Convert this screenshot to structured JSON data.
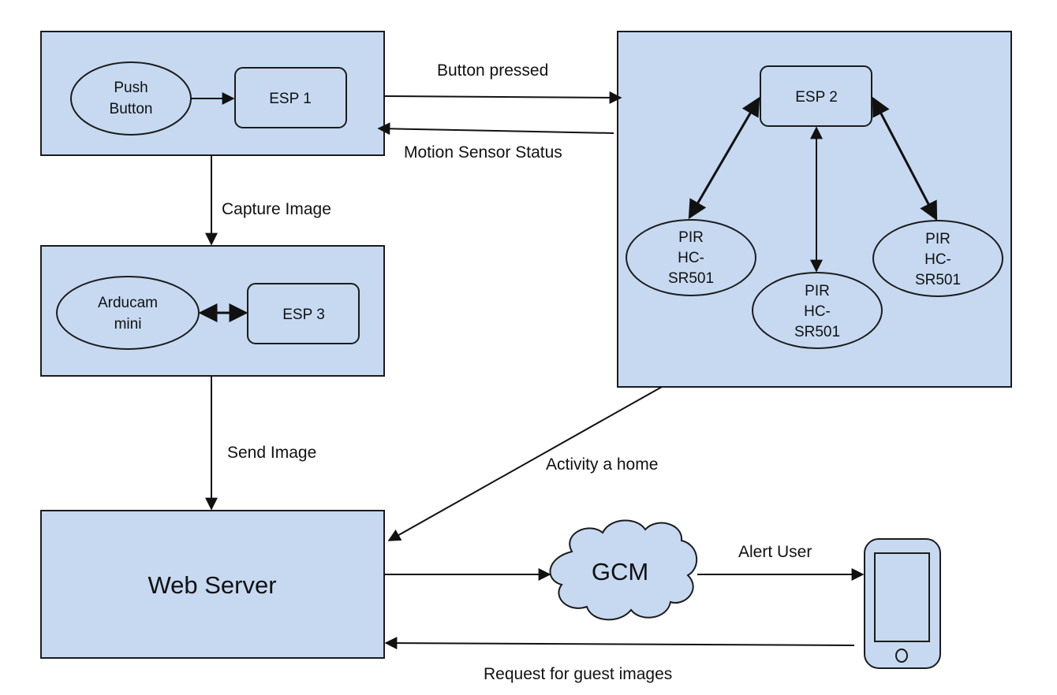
{
  "nodes": {
    "push_button": [
      "Push",
      "Button"
    ],
    "esp1": "ESP 1",
    "esp2": "ESP 2",
    "esp3": "ESP 3",
    "arducam": [
      "Arducam",
      "mini"
    ],
    "pir": [
      "PIR",
      "HC-",
      "SR501"
    ],
    "web_server": "Web Server",
    "gcm": "GCM"
  },
  "edges": {
    "button_pressed": "Button pressed",
    "motion_sensor_status": "Motion Sensor Status",
    "capture_image": "Capture Image",
    "send_image": "Send Image",
    "activity_a_home": "Activity a home",
    "alert_user": "Alert User",
    "request_guest_images": "Request for guest images"
  }
}
